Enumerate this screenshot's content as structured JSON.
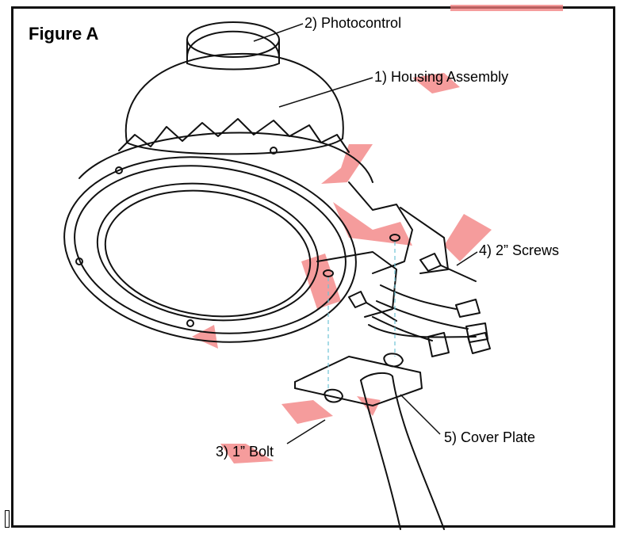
{
  "figure": {
    "title": "Figure A",
    "labels": {
      "photocontrol": "2) Photocontrol",
      "housing": "1) Housing Assembly",
      "screws": "4) 2” Screws",
      "bolt": "3) 1” Bolt",
      "cover_plate": "5) Cover Plate"
    }
  },
  "colors": {
    "line": "#111111",
    "highlight": "#f27b7b",
    "guide": "#6fc3d6"
  }
}
